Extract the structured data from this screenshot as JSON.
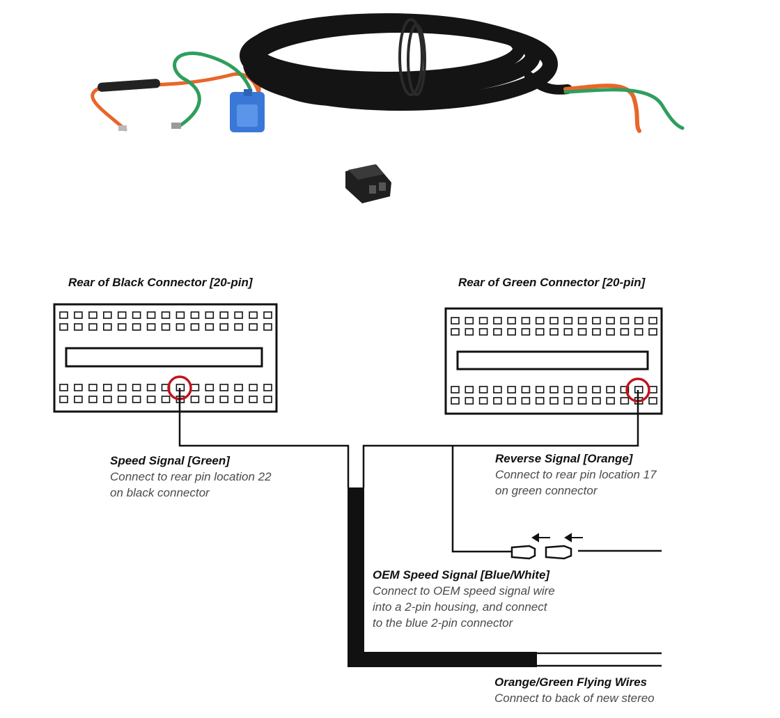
{
  "connectors": {
    "black": {
      "title": "Rear of Black Connector [20-pin]"
    },
    "green": {
      "title": "Rear of Green Connector [20-pin]"
    }
  },
  "callouts": {
    "speed": {
      "title": "Speed Signal [Green]",
      "line1": "Connect to rear pin location 22",
      "line2": "on black connector"
    },
    "reverse": {
      "title": "Reverse Signal [Orange]",
      "line1": "Connect to rear pin location 17",
      "line2": "on green connector"
    },
    "oem": {
      "title": "OEM Speed Signal [Blue/White]",
      "line1": "Connect to OEM speed signal wire",
      "line2": "into a 2-pin housing, and connect",
      "line3": "to the blue 2-pin connector"
    },
    "flying": {
      "title": "Orange/Green Flying Wires",
      "line1": "Connect to back of new stereo"
    }
  },
  "colors": {
    "highlight_circle": "#c0141c",
    "wire_orange": "#e8662a",
    "wire_green": "#2e9e5e",
    "connector_blue": "#3a78d8",
    "harness_black": "#111111"
  },
  "icons": {
    "arrow": "left-arrow-icon",
    "terminal": "bullet-terminal-icon"
  }
}
